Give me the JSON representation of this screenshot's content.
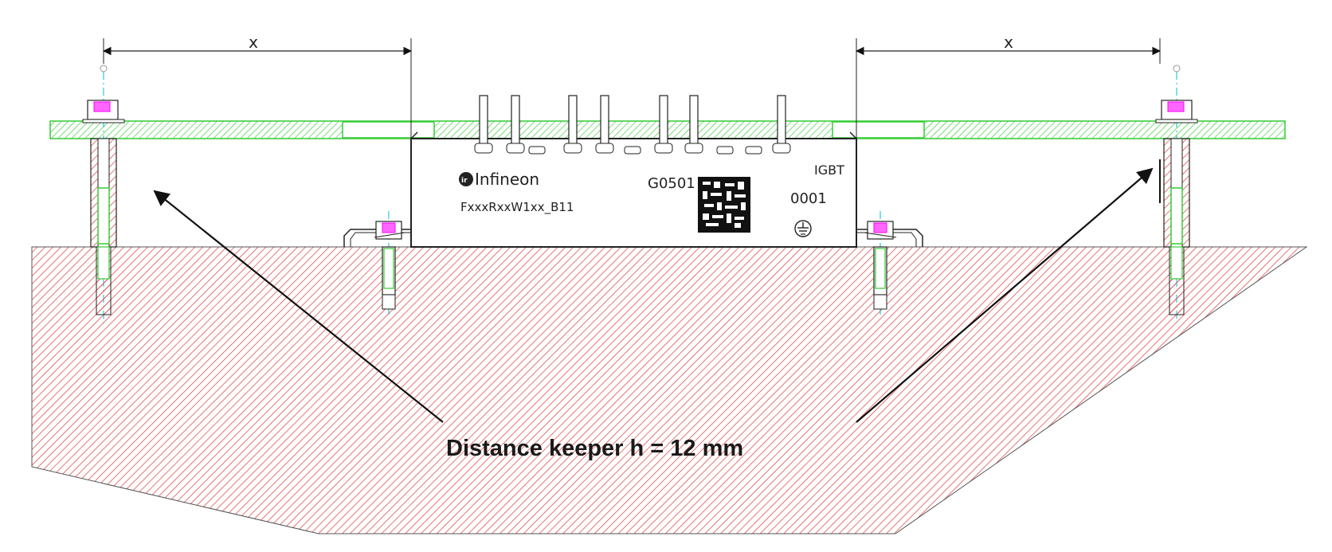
{
  "dimension_labels": {
    "left": "x",
    "right": "x"
  },
  "module": {
    "brand": "Infineon",
    "part_number": "FxxxRxxW1xx_B11",
    "date_code": "G0501",
    "type_label": "IGBT",
    "serial": "0001"
  },
  "callout": "Distance keeper h = 12 mm",
  "colors": {
    "heatsink_hatch": "#e05050",
    "pcb": "#33cc33",
    "screw_head": "#ff00ff",
    "centerline": "#00bcd4",
    "outline": "#222222"
  },
  "icons": [
    "ground-symbol-icon",
    "datamatrix-icon",
    "infineon-logo-icon"
  ]
}
